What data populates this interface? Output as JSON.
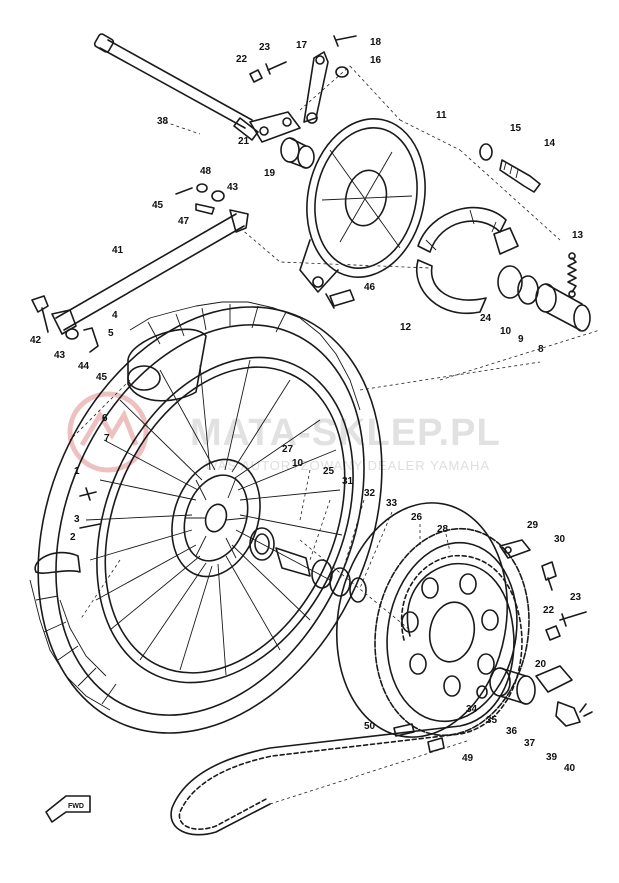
{
  "watermark": {
    "main_text": "MATA-SKLEP.PL",
    "sub_text": "WAS AUTORYZOWANY DEALER YAMAHA",
    "color": "#d24a4a"
  },
  "callouts": [
    "38",
    "22",
    "23",
    "17",
    "18",
    "16",
    "21",
    "19",
    "11",
    "15",
    "14",
    "48",
    "43",
    "45",
    "47",
    "41",
    "13",
    "46",
    "42",
    "43",
    "44",
    "45",
    "4",
    "5",
    "12",
    "24",
    "10",
    "9",
    "8",
    "6",
    "7",
    "1",
    "3",
    "2",
    "27",
    "10",
    "25",
    "31",
    "32",
    "33",
    "26",
    "28",
    "29",
    "30",
    "22",
    "23",
    "20",
    "34",
    "35",
    "36",
    "37",
    "39",
    "40",
    "50",
    "49"
  ],
  "direction_mark": "FWD"
}
